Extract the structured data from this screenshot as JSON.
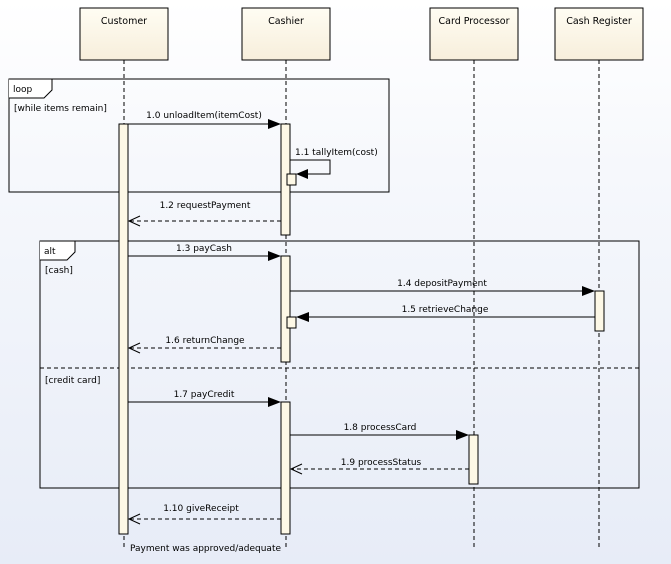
{
  "participants": [
    {
      "id": "customer",
      "name": "Customer"
    },
    {
      "id": "cashier",
      "name": "Cashier"
    },
    {
      "id": "card_processor",
      "name": "Card Processor"
    },
    {
      "id": "cash_register",
      "name": "Cash Register"
    }
  ],
  "fragments": {
    "loop": {
      "operator": "loop",
      "guard": "[while items remain]"
    },
    "alt": {
      "operator": "alt",
      "guard_1": "[cash]",
      "guard_2": "[credit card]"
    }
  },
  "messages": [
    {
      "id": "m10",
      "label": "1.0 unloadItem(itemCost)",
      "kind": "call"
    },
    {
      "id": "m11",
      "label": "1.1 tallyItem(cost)",
      "kind": "self"
    },
    {
      "id": "m12",
      "label": "1.2 requestPayment",
      "kind": "return"
    },
    {
      "id": "m13",
      "label": "1.3 payCash",
      "kind": "call"
    },
    {
      "id": "m14",
      "label": "1.4 depositPayment",
      "kind": "call"
    },
    {
      "id": "m15",
      "label": "1.5 retrieveChange",
      "kind": "call"
    },
    {
      "id": "m16",
      "label": "1.6 returnChange",
      "kind": "return"
    },
    {
      "id": "m17",
      "label": "1.7 payCredit",
      "kind": "call"
    },
    {
      "id": "m18",
      "label": "1.8 processCard",
      "kind": "call"
    },
    {
      "id": "m19",
      "label": "1.9 processStatus",
      "kind": "return"
    },
    {
      "id": "m110",
      "label": "1.10 giveReceipt",
      "kind": "return"
    }
  ],
  "note": "Payment was approved/adequate",
  "colors": {
    "participant_fill": "#fdf8e6",
    "activation_fill": "#fdf8e6",
    "line": "#000000",
    "background": "#e7ecf7"
  }
}
